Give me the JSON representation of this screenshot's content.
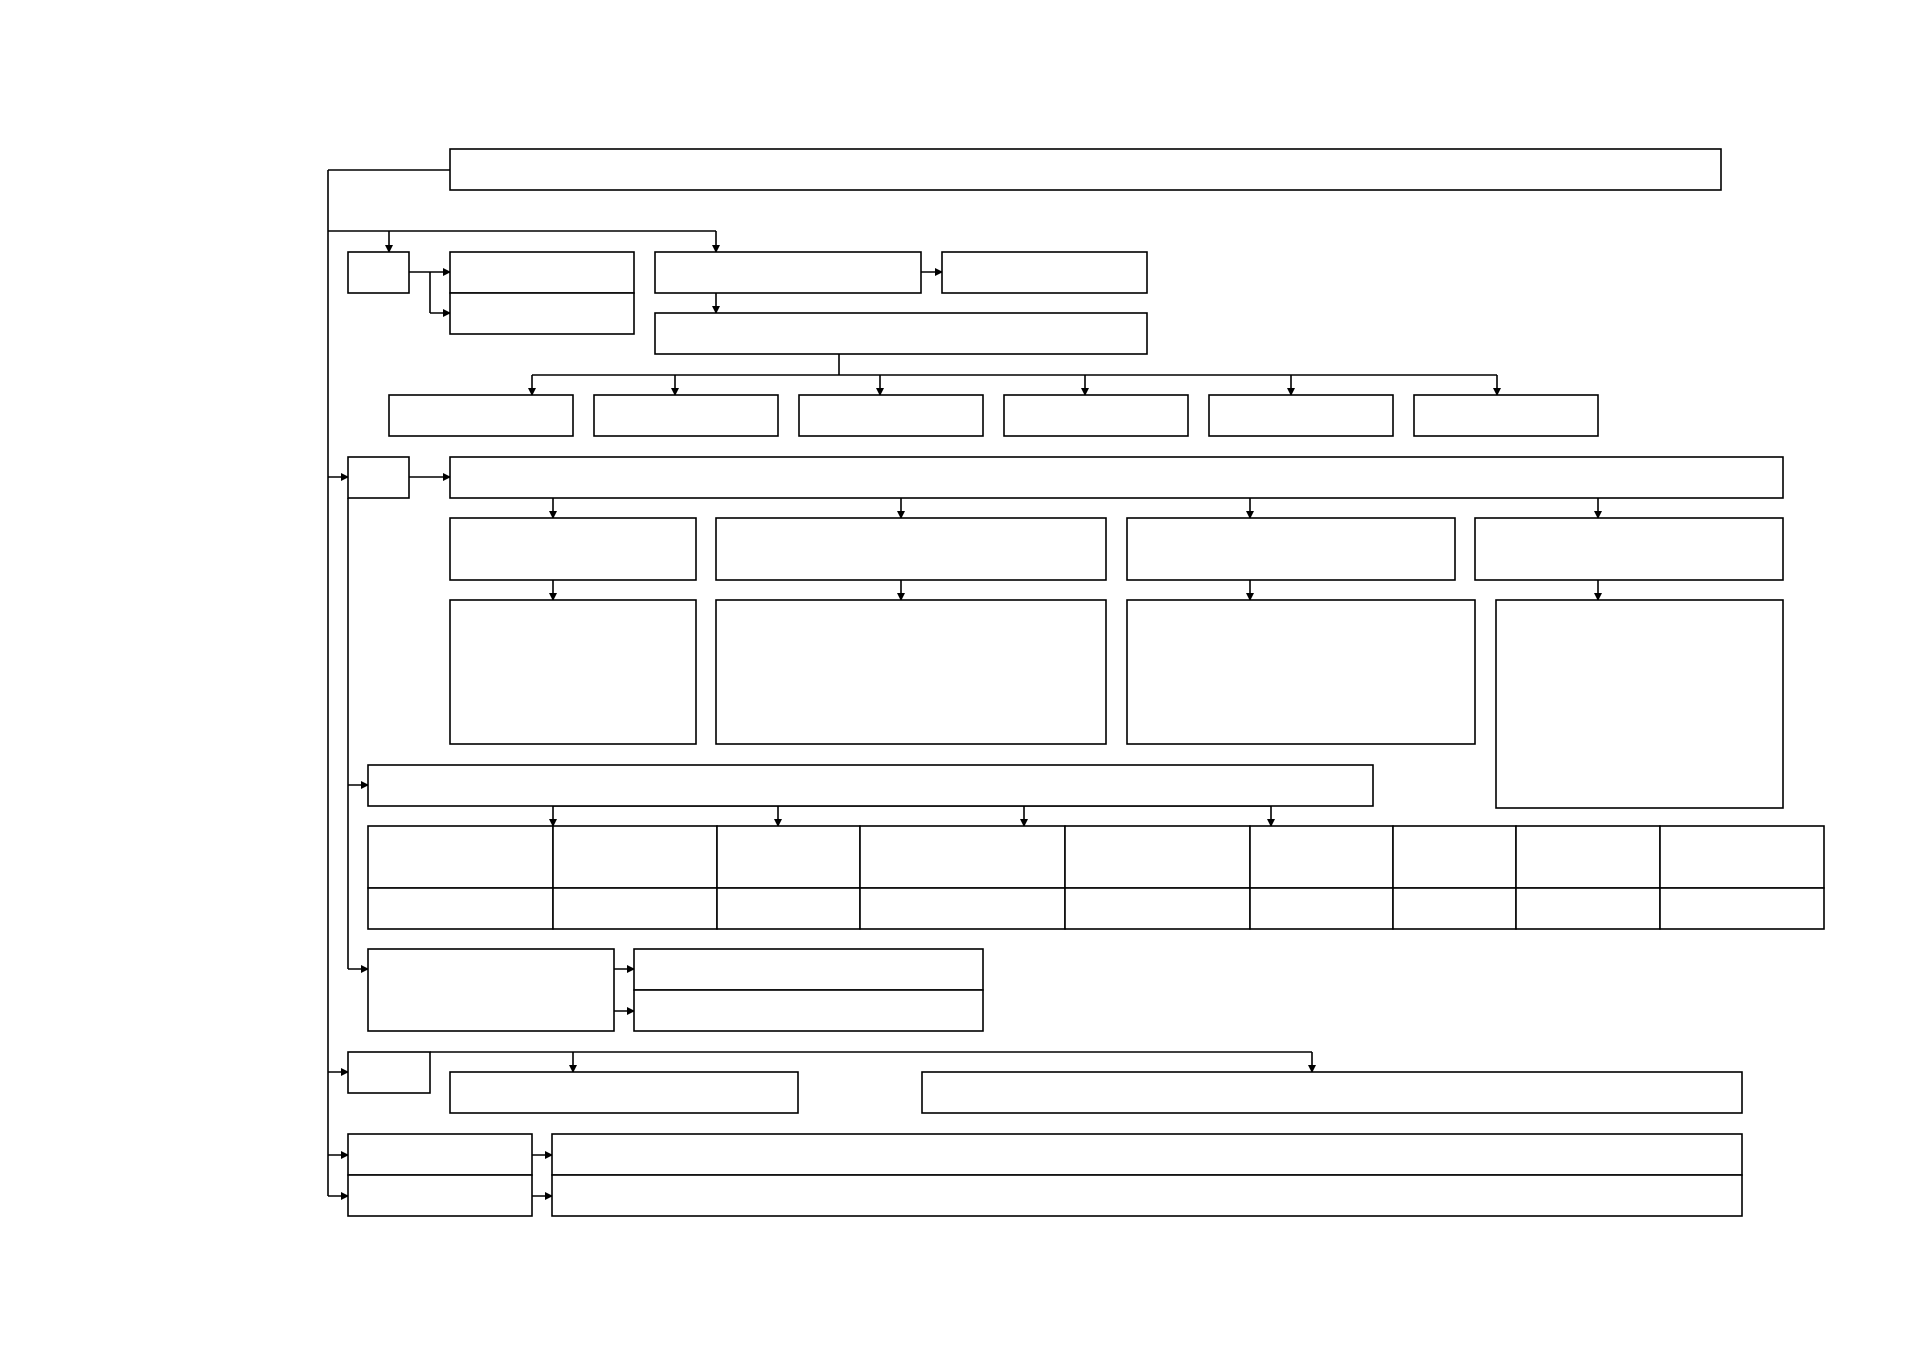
{
  "diagram": {
    "type": "flowchart-outline",
    "stroke_color": "#000000",
    "fill_color": "#ffffff",
    "background": "#ffffff",
    "nodes": [
      {
        "id": "top-banner",
        "label": ""
      },
      {
        "id": "r1-small",
        "label": ""
      },
      {
        "id": "r1-stack-a",
        "label": ""
      },
      {
        "id": "r1-stack-b",
        "label": ""
      },
      {
        "id": "r1-mid",
        "label": ""
      },
      {
        "id": "r1-right",
        "label": ""
      },
      {
        "id": "r2-wide",
        "label": ""
      },
      {
        "id": "r3-b1",
        "label": ""
      },
      {
        "id": "r3-b2",
        "label": ""
      },
      {
        "id": "r3-b3",
        "label": ""
      },
      {
        "id": "r3-b4",
        "label": ""
      },
      {
        "id": "r3-b5",
        "label": ""
      },
      {
        "id": "r3-b6",
        "label": ""
      },
      {
        "id": "s2-small",
        "label": ""
      },
      {
        "id": "s2-banner",
        "label": ""
      },
      {
        "id": "s2-h1",
        "label": ""
      },
      {
        "id": "s2-h2",
        "label": ""
      },
      {
        "id": "s2-h3",
        "label": ""
      },
      {
        "id": "s2-h4",
        "label": ""
      },
      {
        "id": "s2-c1",
        "label": ""
      },
      {
        "id": "s2-c2",
        "label": ""
      },
      {
        "id": "s2-c3",
        "label": ""
      },
      {
        "id": "s2-c4",
        "label": ""
      },
      {
        "id": "s3-banner",
        "label": ""
      },
      {
        "id": "s3-t1",
        "label": ""
      },
      {
        "id": "s3-t2",
        "label": ""
      },
      {
        "id": "s3-t3",
        "label": ""
      },
      {
        "id": "s3-t4",
        "label": ""
      },
      {
        "id": "s3-t5",
        "label": ""
      },
      {
        "id": "s3-t6",
        "label": ""
      },
      {
        "id": "s3-t7",
        "label": ""
      },
      {
        "id": "s3-t8",
        "label": ""
      },
      {
        "id": "s3-t9",
        "label": ""
      },
      {
        "id": "s3-b1",
        "label": ""
      },
      {
        "id": "s3-b2",
        "label": ""
      },
      {
        "id": "s3-b3",
        "label": ""
      },
      {
        "id": "s3-b4",
        "label": ""
      },
      {
        "id": "s3-b5",
        "label": ""
      },
      {
        "id": "s3-b6",
        "label": ""
      },
      {
        "id": "s3-b7",
        "label": ""
      },
      {
        "id": "s3-b8",
        "label": ""
      },
      {
        "id": "s3-b9",
        "label": ""
      },
      {
        "id": "s4-left",
        "label": ""
      },
      {
        "id": "s4-right-a",
        "label": ""
      },
      {
        "id": "s4-right-b",
        "label": ""
      },
      {
        "id": "s5-small",
        "label": ""
      },
      {
        "id": "s5-left",
        "label": ""
      },
      {
        "id": "s5-right",
        "label": ""
      },
      {
        "id": "s6-left-a",
        "label": ""
      },
      {
        "id": "s6-left-b",
        "label": ""
      },
      {
        "id": "s6-right-a",
        "label": ""
      },
      {
        "id": "s6-right-b",
        "label": ""
      }
    ]
  }
}
